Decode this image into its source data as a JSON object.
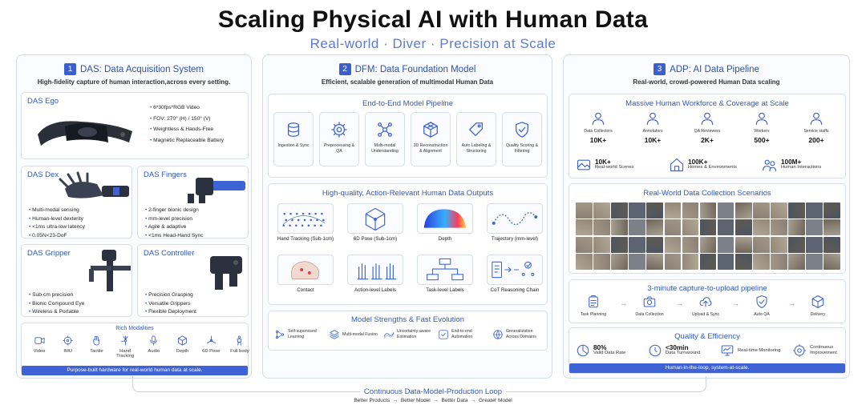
{
  "header": {
    "title": "Scaling Physical AI with Human Data",
    "subtitle": "Real-world · Diver · Precision at Scale"
  },
  "das": {
    "number": "1",
    "title": "DAS: Data Acquisition System",
    "subtitle": "High-fidelity capture of human interaction,across every setting.",
    "ego": {
      "title": "DAS Ego",
      "features": [
        "6*30fps*RGB Video",
        "FOV: 270° (H) / 150° (V)",
        "Weightless & Hands-Free",
        "Magnetic Replaceable Battery"
      ]
    },
    "dex": {
      "title": "DAS Dex",
      "features": [
        "Multi-modal sensing",
        "Human-level dexterity",
        "<1ms ultra-low latency",
        "0.05N<23-DoF"
      ]
    },
    "fingers": {
      "title": "DAS Fingers",
      "features": [
        "2-finger bionic design",
        "mm-level precision",
        "Agile & adaptive",
        "<1ms Head-Hand Sync"
      ]
    },
    "gripper": {
      "title": "DAS Gripper",
      "features": [
        "Sub-cm precision",
        "Bionic Compound Eye",
        "Wireless & Portable"
      ]
    },
    "controller": {
      "title": "DAS Controller",
      "features": [
        "Precision Grasping",
        "Versatile Grippers",
        "Flexible Deployment"
      ]
    },
    "modalities": {
      "title": "Rich Modalities",
      "items": [
        {
          "label": "Video",
          "icon": "video-icon"
        },
        {
          "label": "IMU",
          "icon": "imu-icon"
        },
        {
          "label": "Tactile",
          "icon": "tactile-icon"
        },
        {
          "label": "Hand Tracking",
          "icon": "hand-tracking-icon"
        },
        {
          "label": "Audio",
          "icon": "audio-icon"
        },
        {
          "label": "Depth",
          "icon": "depth-icon"
        },
        {
          "label": "6D Pose",
          "icon": "pose-icon"
        },
        {
          "label": "Full body",
          "icon": "full-body-icon"
        }
      ],
      "footer": "Purpose-built hardware for real-world human data at scale."
    }
  },
  "dfm": {
    "number": "2",
    "title": "DFM: Data Foundation Model",
    "subtitle": "Efficient, scalable generation of multimodal Human Data",
    "pipeline": {
      "title": "End-to-End Model Pipeline",
      "steps": [
        {
          "label": "Ingestion & Sync",
          "icon": "database-icon"
        },
        {
          "label": "Preprocessing & QA",
          "icon": "gear-icon"
        },
        {
          "label": "Multi-modal Understanding",
          "icon": "network-icon"
        },
        {
          "label": "3D Reconstruction & Alignment",
          "icon": "cube-icon"
        },
        {
          "label": "Auto Labeling & Structuring",
          "icon": "tag-icon"
        },
        {
          "label": "Quality Scoring & Filtering",
          "icon": "shield-check-icon"
        }
      ]
    },
    "outputs": {
      "title": "High-quality, Action-Relevant Human Data Outputs",
      "items": [
        {
          "label": "Hand Tracking (Sub-1cm)",
          "icon": "hand-skeleton-icon"
        },
        {
          "label": "6D Pose (Sub-1cm)",
          "icon": "pose-cube-icon"
        },
        {
          "label": "Depth",
          "icon": "depth-map-icon"
        },
        {
          "label": "Trajectory (mm-level)",
          "icon": "trajectory-icon"
        },
        {
          "label": "Contact",
          "icon": "contact-icon"
        },
        {
          "label": "Action-level Labels",
          "icon": "hands-icon"
        },
        {
          "label": "Task-level Labels",
          "icon": "flowchart-icon"
        },
        {
          "label": "CoT Reasoning Chain",
          "icon": "reasoning-icon"
        }
      ]
    },
    "strengths": {
      "title": "Model Strengths & Fast Evolution",
      "items": [
        {
          "label": "Self-supervised Learning",
          "icon": "self-supervised-icon"
        },
        {
          "label": "Multi-modal Fusion",
          "icon": "layers-icon"
        },
        {
          "label": "Uncertainty-aware Estimation",
          "icon": "uncertainty-icon"
        },
        {
          "label": "End-to-end Automation",
          "icon": "automation-icon"
        },
        {
          "label": "Generalization Across Domains",
          "icon": "globe-icon"
        }
      ]
    }
  },
  "adp": {
    "number": "3",
    "title": "ADP: AI Data Pipeline",
    "subtitle": "Real-world, crowd-powered Human Data scaling",
    "workforce": {
      "title": "Massive Human Workforce & Coverage at Scale",
      "roles": [
        {
          "label": "Data Collectors",
          "value": "10K+"
        },
        {
          "label": "Annotators",
          "value": "10K+"
        },
        {
          "label": "QA Reviewers",
          "value": "2K+"
        },
        {
          "label": "Workers",
          "value": "500+"
        },
        {
          "label": "Service staffs",
          "value": "200+"
        }
      ],
      "coverage": [
        {
          "value": "10K+",
          "label": "Real-world Scenes",
          "icon": "scenes-icon"
        },
        {
          "value": "100K+",
          "label": "Homes & Environments",
          "icon": "home-icon"
        },
        {
          "value": "100M+",
          "label": "Human Interactions",
          "icon": "interactions-icon"
        }
      ]
    },
    "scenarios": {
      "title": "Real-World Data Collection Scenarios"
    },
    "capture": {
      "title": "3-minute capture-to-upload pipeline",
      "steps": [
        {
          "label": "Task Planning",
          "icon": "clipboard-icon"
        },
        {
          "label": "Data Collection",
          "icon": "camera-icon"
        },
        {
          "label": "Upload & Sync",
          "icon": "upload-cloud-icon"
        },
        {
          "label": "Auto QA",
          "icon": "check-shield-icon"
        },
        {
          "label": "Delivery",
          "icon": "box-icon"
        }
      ]
    },
    "quality": {
      "title": "Quality & Efficiency",
      "items": [
        {
          "value": "80%",
          "label": "Valid Data Rate",
          "icon": "pie-icon"
        },
        {
          "value": "<30min",
          "label": "Data Turnaround",
          "icon": "clock-icon"
        },
        {
          "value": "",
          "label": "Real-time Monitoring",
          "icon": "monitor-icon"
        },
        {
          "value": "",
          "label": "Continuous Improvement",
          "icon": "improvement-icon"
        }
      ],
      "footer": "Human-in-the-loop, system-at-scale."
    }
  },
  "loop": {
    "title": "Continuous Data-Model-Production Loop",
    "chain": [
      "Better Products",
      "Better Model",
      "Better Data",
      "Greater Model"
    ]
  },
  "colors": {
    "accent": "#3e63d4",
    "title_blue": "#2f57c4",
    "subtitle_blue": "#5a7bd6"
  }
}
